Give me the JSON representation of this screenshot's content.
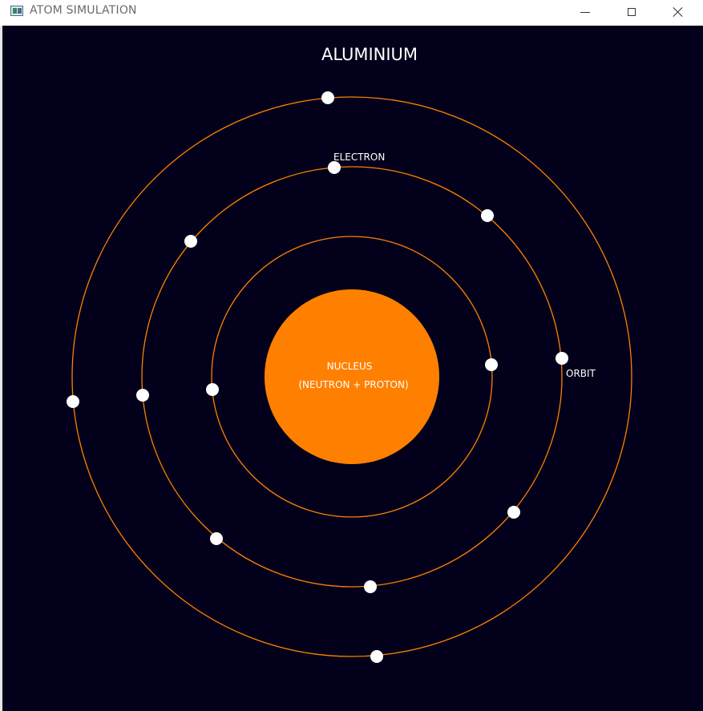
{
  "window": {
    "title": "ATOM SIMULATION",
    "controls": [
      "minimize",
      "maximize",
      "close"
    ]
  },
  "simulation": {
    "element_name": "ALUMINIUM",
    "nucleus_label": "NUCLEUS",
    "nucleus_sublabel": "(NEUTRON + PROTON)",
    "electron_label": "ELECTRON",
    "orbit_label": "ORBIT",
    "electrons_per_shell": [
      2,
      8,
      3
    ],
    "colors": {
      "background": "#02001a",
      "nucleus": "#ff8000",
      "orbit": "#ff8000",
      "electron": "#ffffff",
      "text": "#ffffff"
    }
  }
}
